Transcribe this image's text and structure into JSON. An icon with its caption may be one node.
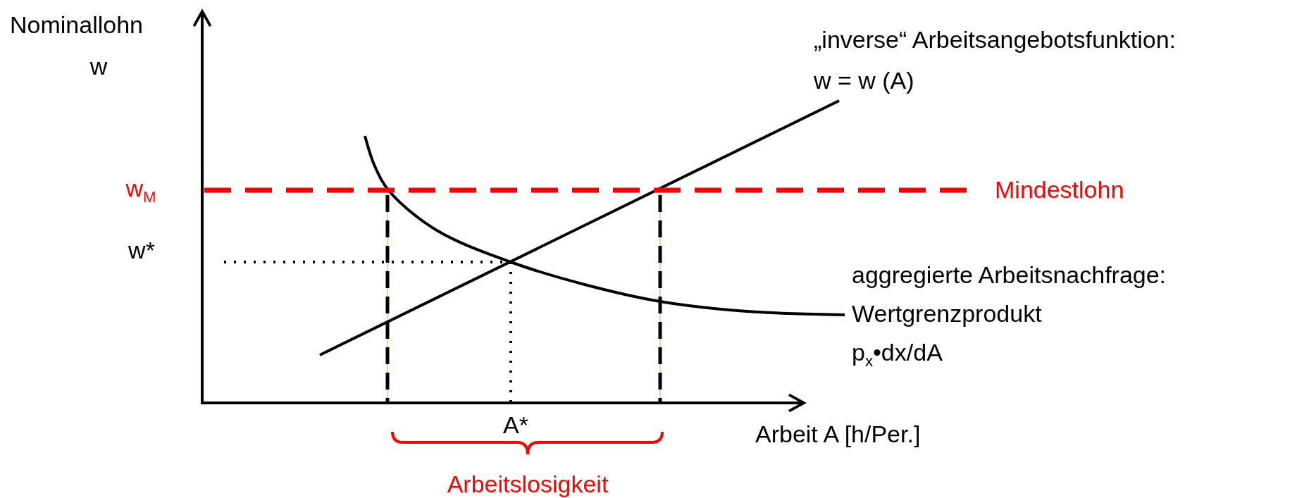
{
  "diagram": {
    "labels": [
      "Nominallohn",
      "w",
      "„inverse“ Arbeitsangebotsfunktion:",
      "w = w (A)",
      "w$_{M}$",
      "Mindestlohn",
      "w*",
      "aggregierte Arbeitsnachfrage:",
      "Wertgrenzprodukt",
      "p$_{x}$•dx/dA",
      "A*",
      "Arbeit A [h/Per.]",
      "Arbeitslosigkeit"
    ]
  }
}
